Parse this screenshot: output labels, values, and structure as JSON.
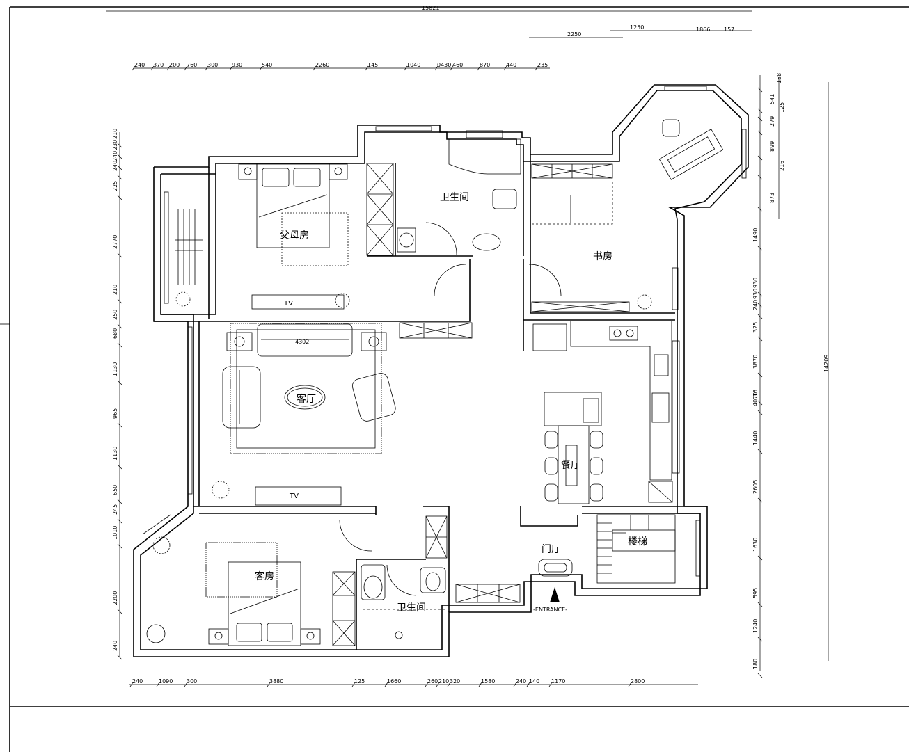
{
  "rooms": {
    "parents": "父母房",
    "bath_top": "卫生间",
    "study": "书房",
    "living": "客厅",
    "dining": "餐厅",
    "foyer": "门厅",
    "stairs": "楼梯",
    "guest": "客房",
    "bath_bottom": "卫生间"
  },
  "labels": {
    "tv_top": "TV",
    "tv_bottom": "TV",
    "entrance": "-ENTRANCE-",
    "sofa_width": "4302"
  },
  "dims": {
    "overall_top": "15821",
    "top_right_a": "2250",
    "top_right_b": "1250",
    "top_right_c": "1866",
    "top_right_d": "157",
    "top_row": [
      "240",
      "370",
      "200",
      "760",
      "300",
      "930",
      "540",
      "2260",
      "145",
      "1040",
      "0430",
      "460",
      "870",
      "440",
      "235"
    ],
    "bottom_row": [
      "240",
      "1090",
      "300",
      "3880",
      "125",
      "1660",
      "260",
      "210",
      "320",
      "1580",
      "240",
      "140",
      "1170",
      "2800"
    ],
    "left_col": [
      "210",
      "230",
      "240",
      "240",
      "225",
      "2770",
      "210",
      "250",
      "680",
      "1130",
      "965",
      "1130",
      "650",
      "245",
      "1010",
      "2200",
      "240"
    ],
    "right_col": [
      "158",
      "541",
      "125",
      "279",
      "899",
      "216",
      "873",
      "1490",
      "930",
      "930",
      "240",
      "325",
      "3870",
      "4070",
      "15",
      "1440",
      "2605",
      "1630",
      "595",
      "1240",
      "180"
    ],
    "overall_right": "14209"
  }
}
